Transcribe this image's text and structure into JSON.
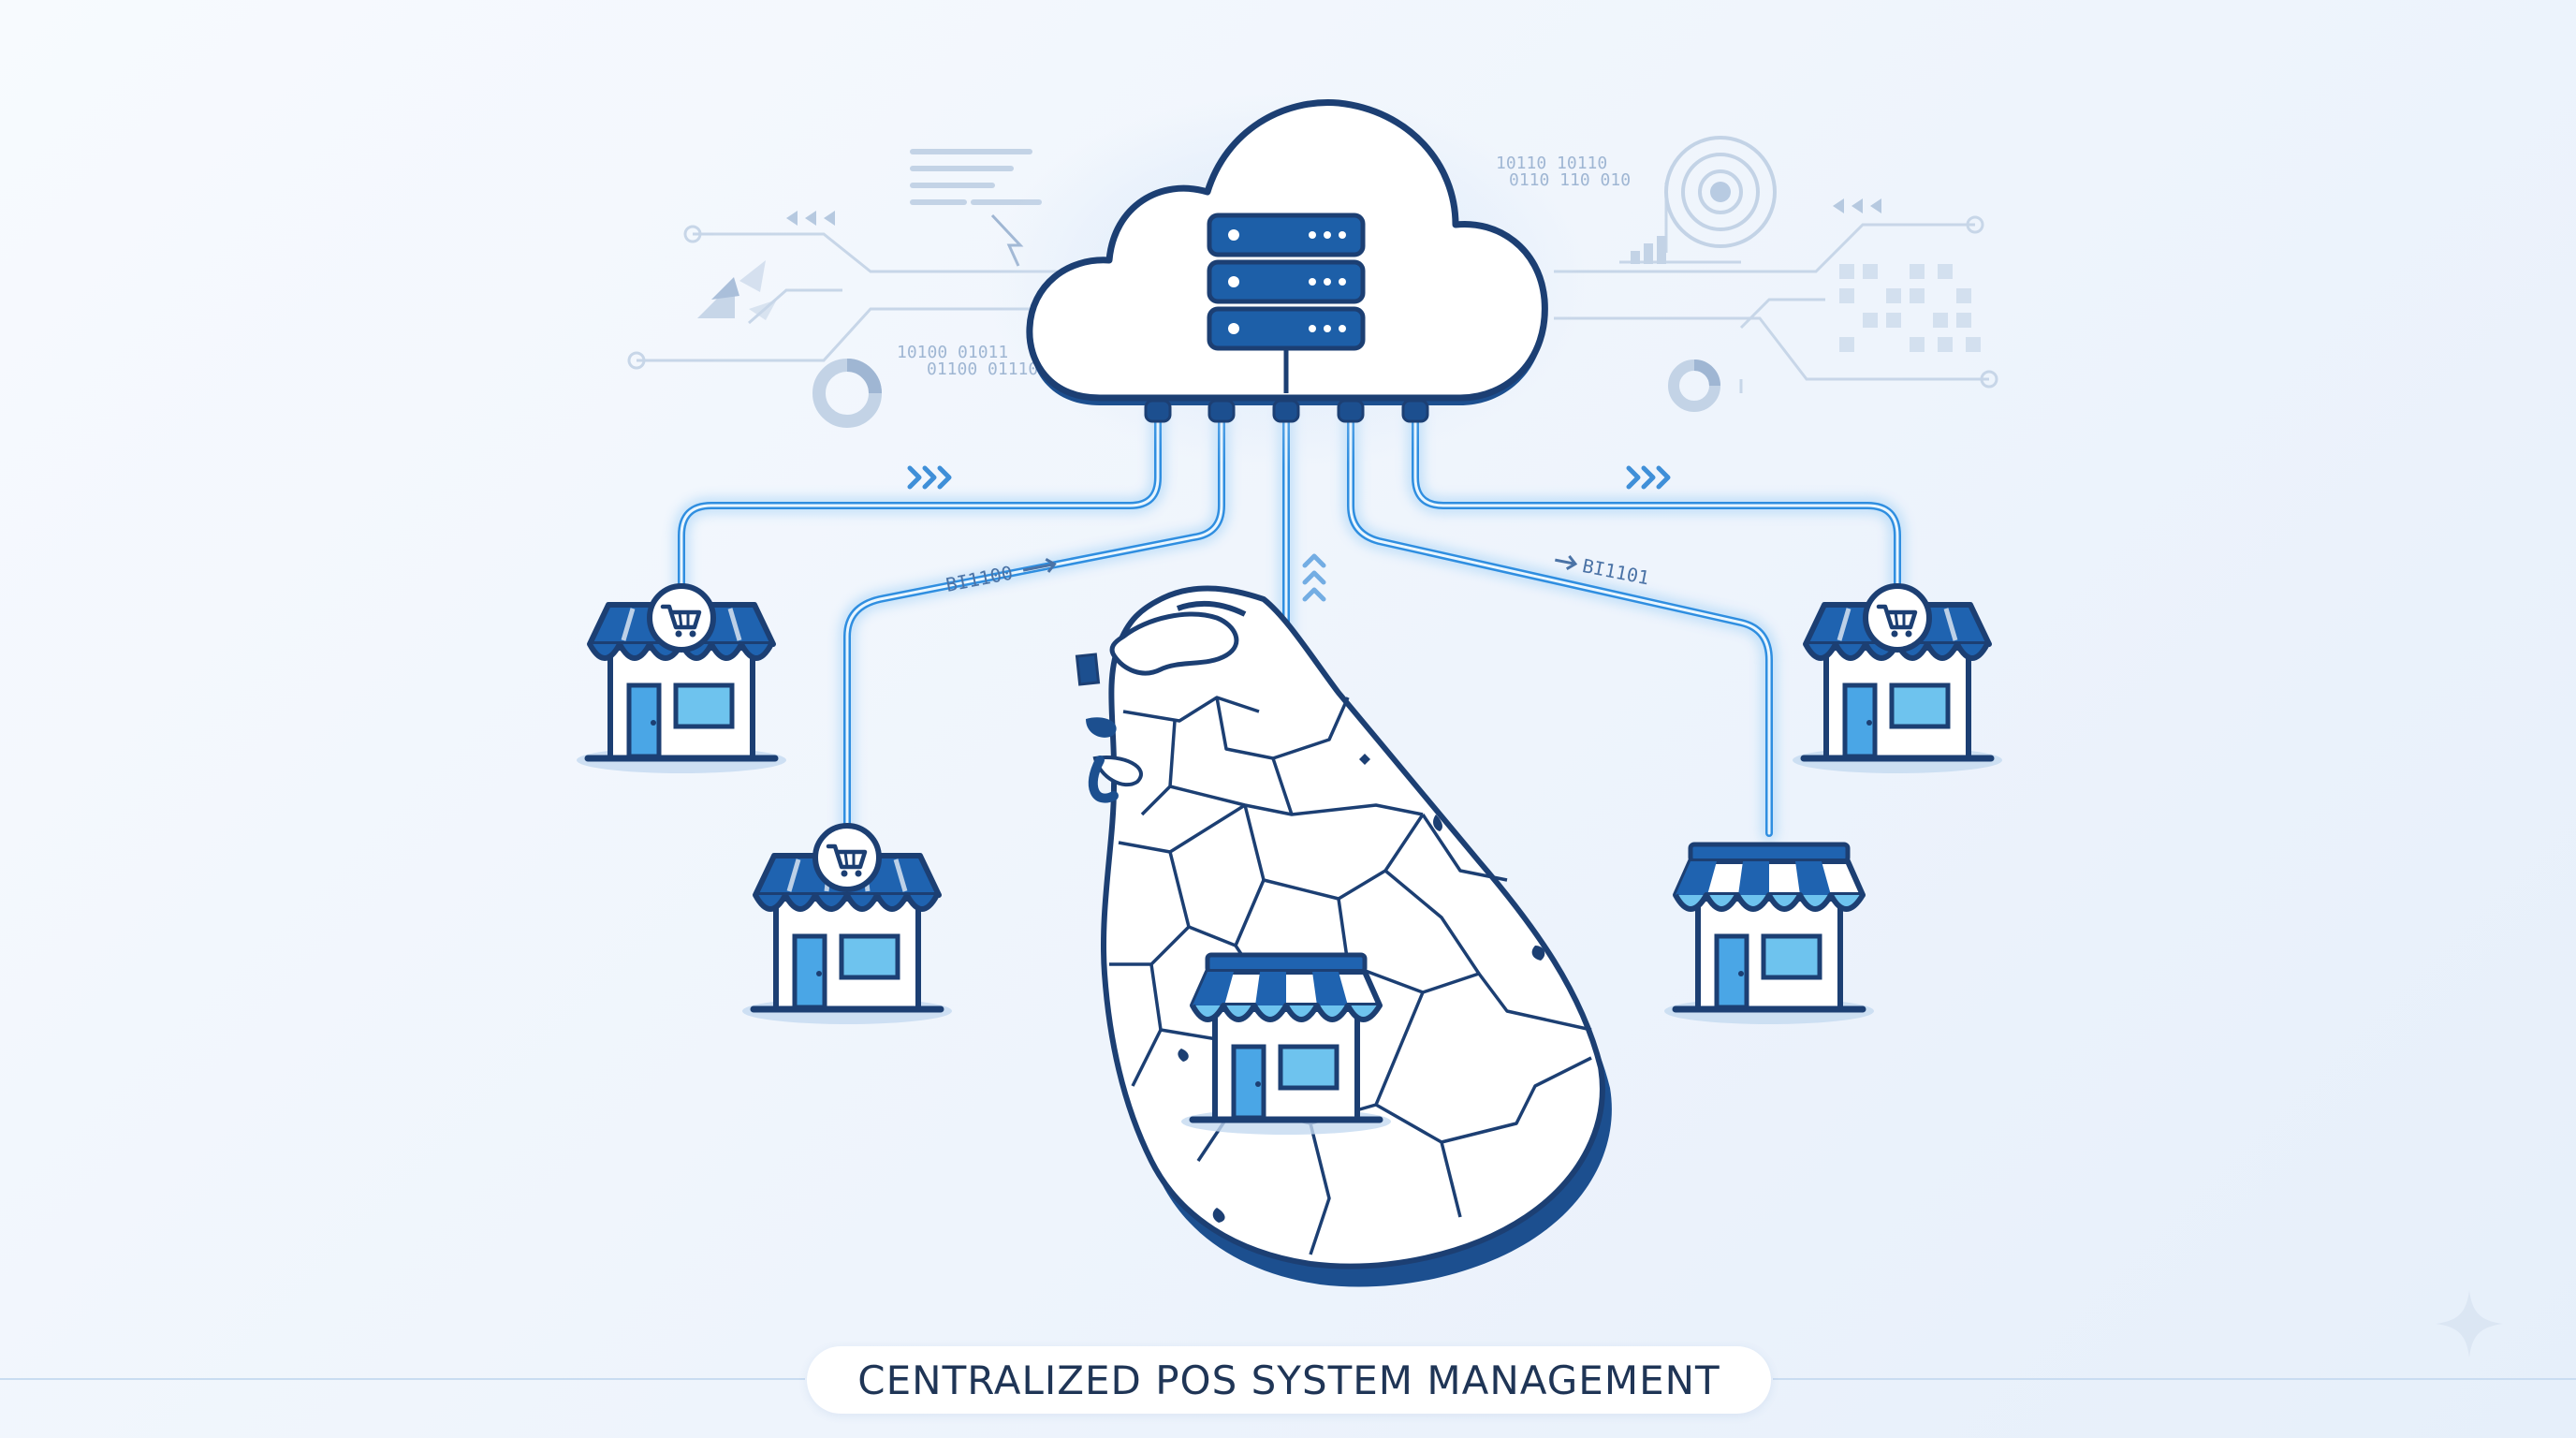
{
  "caption": "CENTRALIZED POS SYSTEM MANAGEMENT",
  "binary_texts": [
    "10110 10110",
    "0110 110 010",
    "10100 01011",
    "01100 01110"
  ],
  "flow_labels": [
    "BI1100",
    "BI1101"
  ],
  "colors": {
    "background": "#eef4fc",
    "cloud_fill": "#ffffff",
    "outline": "#1c3f73",
    "server": "#1d5fa8",
    "glow_line": "#5fb0f2",
    "store_roof": "#1f63b0",
    "store_window": "#6ec3ee",
    "caption_text": "#1f3556"
  },
  "icons": [
    "cloud-icon",
    "server-stack-icon",
    "store-icon",
    "shopping-cart-icon",
    "sri-lanka-map-icon",
    "sparkle-icon",
    "radar-icon",
    "pie-icon"
  ]
}
